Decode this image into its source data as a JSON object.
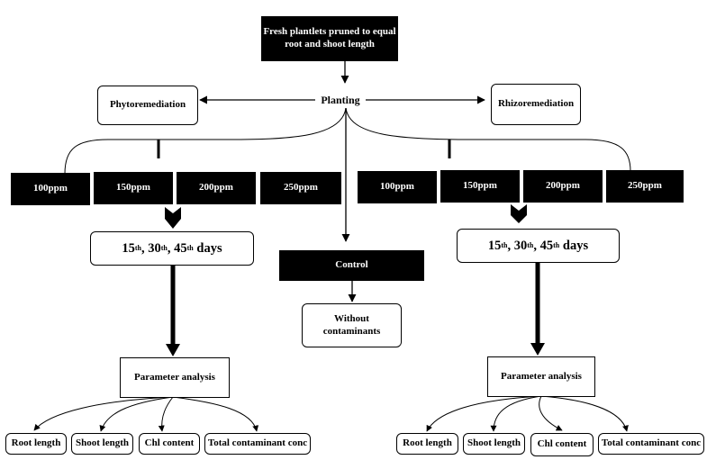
{
  "top_box": {
    "line1": "Fresh plantlets pruned  to equal",
    "line2": "root and shoot length"
  },
  "planting": "Planting",
  "phyto": "Phytoremediation",
  "rhizo": "Rhizoremediation",
  "left_conc": [
    "100ppm",
    "150ppm",
    "200ppm",
    "250ppm"
  ],
  "right_conc": [
    "100ppm",
    "150ppm",
    "200ppm",
    "250ppm"
  ],
  "days": {
    "d1": "15",
    "d2": "30",
    "d3": "45",
    "suffix": "th",
    "unit": "days"
  },
  "control": "Control",
  "without": {
    "line1": "Without",
    "line2": "contaminants"
  },
  "param_left": "Parameter analysis",
  "param_right": "Parameter analysis",
  "params_left": [
    "Root length",
    "Shoot length",
    "Chl content",
    "Total contaminant conc"
  ],
  "params_right": [
    "Root length",
    "Shoot length",
    "Chl content",
    "Total contaminant conc"
  ]
}
